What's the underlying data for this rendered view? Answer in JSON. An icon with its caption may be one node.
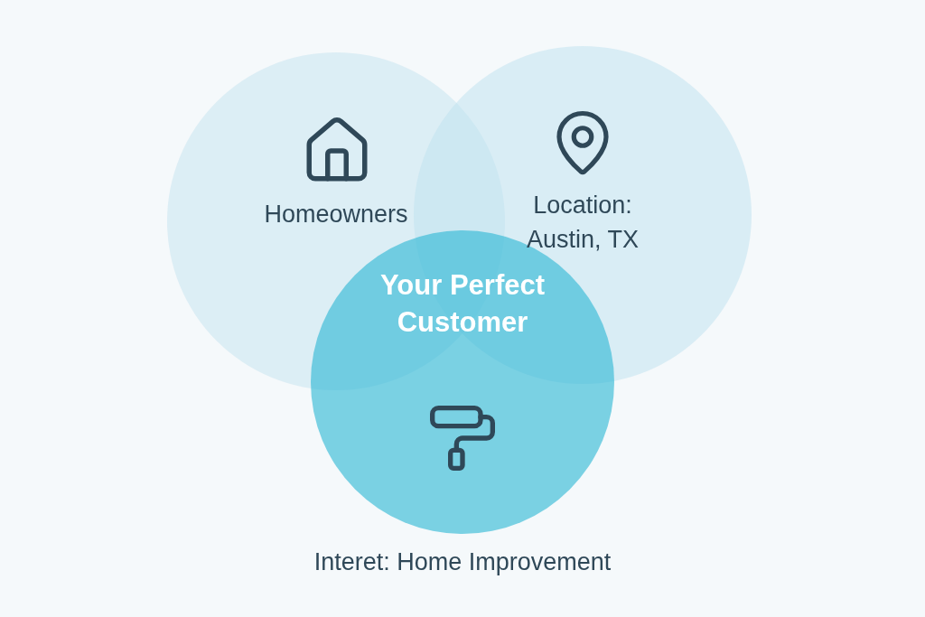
{
  "diagram": {
    "nodes": [
      {
        "text": [
          "Homeowners"
        ]
      },
      {
        "text": [
          "Location: Austin, TX"
        ]
      },
      {
        "text": [
          "Interet: Home Improvement"
        ]
      }
    ],
    "labels": [
      "Your Perfect Customer"
    ]
  }
}
